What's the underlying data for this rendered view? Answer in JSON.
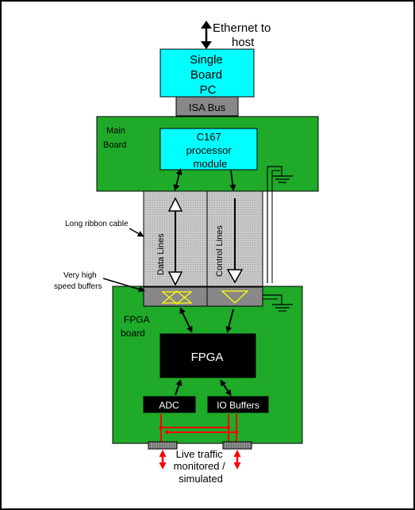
{
  "labels": {
    "ethernet": [
      "Ethernet to",
      "host"
    ],
    "sbc": [
      "Single",
      "Board",
      "PC"
    ],
    "isa_bus": "ISA Bus",
    "main_board": [
      "Main",
      "Board"
    ],
    "c167": [
      "C167",
      "processor",
      "module"
    ],
    "long_ribbon_cable": "Long ribbon cable",
    "data_lines": "Data Lines",
    "control_lines": "Control Lines",
    "very_high_speed_buffers": [
      "Very high",
      "speed buffers"
    ],
    "fpga_board": [
      "FPGA",
      "board"
    ],
    "fpga": "FPGA",
    "adc": "ADC",
    "io_buffers": "IO Buffers",
    "live_traffic": [
      "Live traffic",
      "monitored /",
      "simulated"
    ]
  },
  "colors": {
    "board_green": "#1faa2a",
    "cyan": "#00ffff",
    "gray_bus": "#888888",
    "cable_gray": "#d4d4d4",
    "black_block": "#000000",
    "red_link": "#ff0000",
    "yellow_buffer": "#ffff00"
  },
  "icons": [
    "ground-icon",
    "double-arrow-icon",
    "single-arrow-icon",
    "buffer-triangle-icon"
  ]
}
